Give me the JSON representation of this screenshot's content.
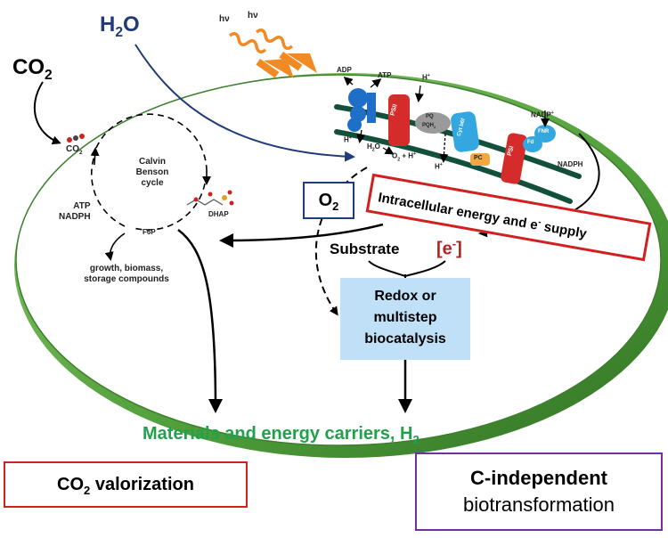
{
  "inputs": {
    "h2o": "H",
    "h2o_sub": "2",
    "h2o_tail": "O",
    "co2": "CO",
    "co2_sub": "2",
    "light_1": "hν",
    "light_2": "hν"
  },
  "calvin": {
    "title_line1": "Calvin",
    "title_line2": "Benson",
    "title_line3": "cycle",
    "co2_label": "CO",
    "co2_sub": "2",
    "dhap": "DHAP",
    "f6p": "F6P",
    "atp": "ATP",
    "nadph": "NADPH",
    "outputs_line1": "growth, biomass,",
    "outputs_line2": "storage compounds"
  },
  "photosystem": {
    "adp": "ADP",
    "atp": "ATP",
    "h_plus_top": "H",
    "h_plus_left": "H",
    "h_plus_mid": "H",
    "h2o": "H",
    "h2o_sub": "2",
    "h2o_tail": "O",
    "o2_h": "O",
    "o2_sub": "2",
    "o2_tail": " + H",
    "psii": "PSII",
    "pq": "PQ",
    "pqh2": "PQH",
    "cytb6f": "Cyt b6f",
    "pc": "PC",
    "psi": "PSI",
    "fd": "Fd",
    "fnr": "FNR",
    "nadp": "NADP",
    "nadph": "NADPH",
    "plus": "+"
  },
  "boxes": {
    "o2": "O",
    "o2_sub": "2",
    "supply_main": "Intracellular  energy and e",
    "supply_sup": "-",
    "supply_tail": " supply",
    "substrate": "Substrate",
    "electron": "[e",
    "electron_sup": "-",
    "electron_tail": "]",
    "redox_line1": "Redox or",
    "redox_line2": "multistep",
    "redox_line3": "biocatalysis"
  },
  "bottom": {
    "materials": "Materials and energy carriers, H",
    "materials_sub": "2",
    "valorization": "CO",
    "valorization_sub": "2",
    "valorization_tail": " valorization",
    "cindep_line1": "C-independent",
    "cindep_line2": "biotransformation"
  },
  "colors": {
    "membrane_green": "#4f9e3a",
    "h2o_blue": "#1f3b78",
    "materials_green": "#22a04b",
    "red_border": "#d02020",
    "purple_border": "#7030a0",
    "biocat_fill": "#bfe0f7",
    "light_orange": "#f08a24"
  }
}
